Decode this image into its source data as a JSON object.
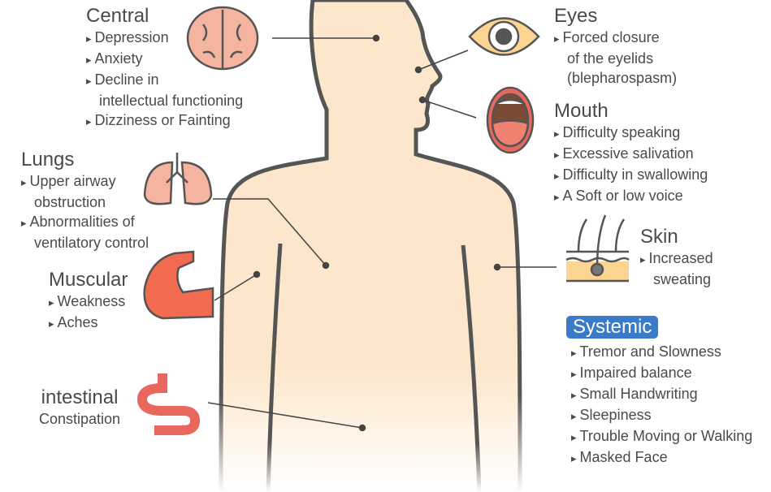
{
  "central": {
    "title": "Central",
    "items": [
      "Depression",
      "Anxiety",
      "Decline in",
      "intellectual functioning",
      "Dizziness or Fainting"
    ]
  },
  "lungs": {
    "title": "Lungs",
    "items": [
      "Upper airway",
      "obstruction",
      "Abnormalities of",
      "ventilatory control"
    ]
  },
  "muscular": {
    "title": "Muscular",
    "items": [
      "Weakness",
      "Aches"
    ]
  },
  "intestinal": {
    "title": "intestinal",
    "items": [
      "Constipation"
    ]
  },
  "eyes": {
    "title": "Eyes",
    "items": [
      "Forced closure",
      "of the eyelids",
      "(blepharospasm)"
    ]
  },
  "mouth": {
    "title": "Mouth",
    "items": [
      "Difficulty speaking",
      "Excessive salivation",
      "Difficulty in swallowing",
      "A Soft or low voice"
    ]
  },
  "skin": {
    "title": "Skin",
    "items": [
      "Increased",
      "sweating"
    ]
  },
  "systemic": {
    "title": "Systemic",
    "items": [
      "Tremor and Slowness",
      "Impaired balance",
      "Small Handwriting",
      "Sleepiness",
      "Trouble Moving or Walking",
      "Masked Face"
    ]
  },
  "colors": {
    "skin": "#fde7cc",
    "outline": "#555555",
    "accent": "#3a7bc8",
    "organ": "#f4b4a0"
  }
}
